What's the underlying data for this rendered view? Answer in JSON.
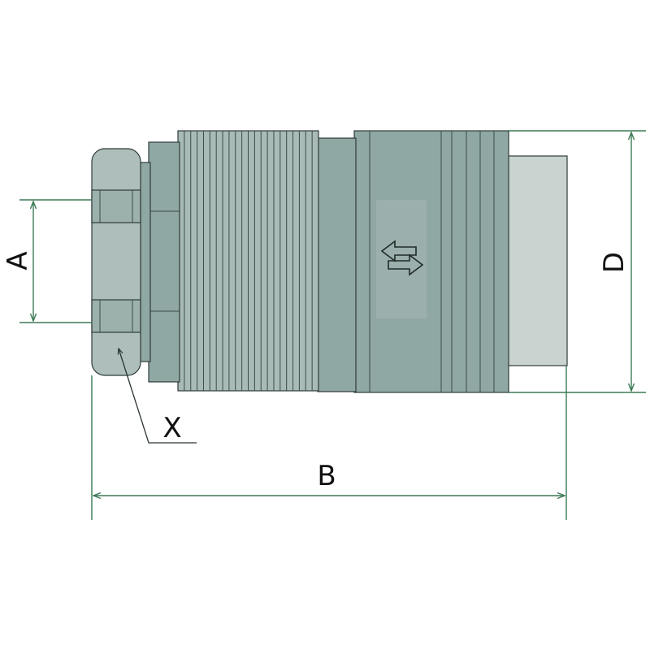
{
  "labels": {
    "a": "A",
    "b": "B",
    "d": "D",
    "x": "X"
  },
  "colors": {
    "body_fill": "#8fa8a3",
    "body_light": "#b7c8c4",
    "nut_fill": "#adbebb",
    "knurl_fill": "#a9bbb7",
    "end_fill": "#c9d4d1",
    "dimension_line": "#3d7a55",
    "outline": "#2f3b3b"
  },
  "icons": {
    "flow_arrow": "bidirectional-arrow-icon"
  }
}
